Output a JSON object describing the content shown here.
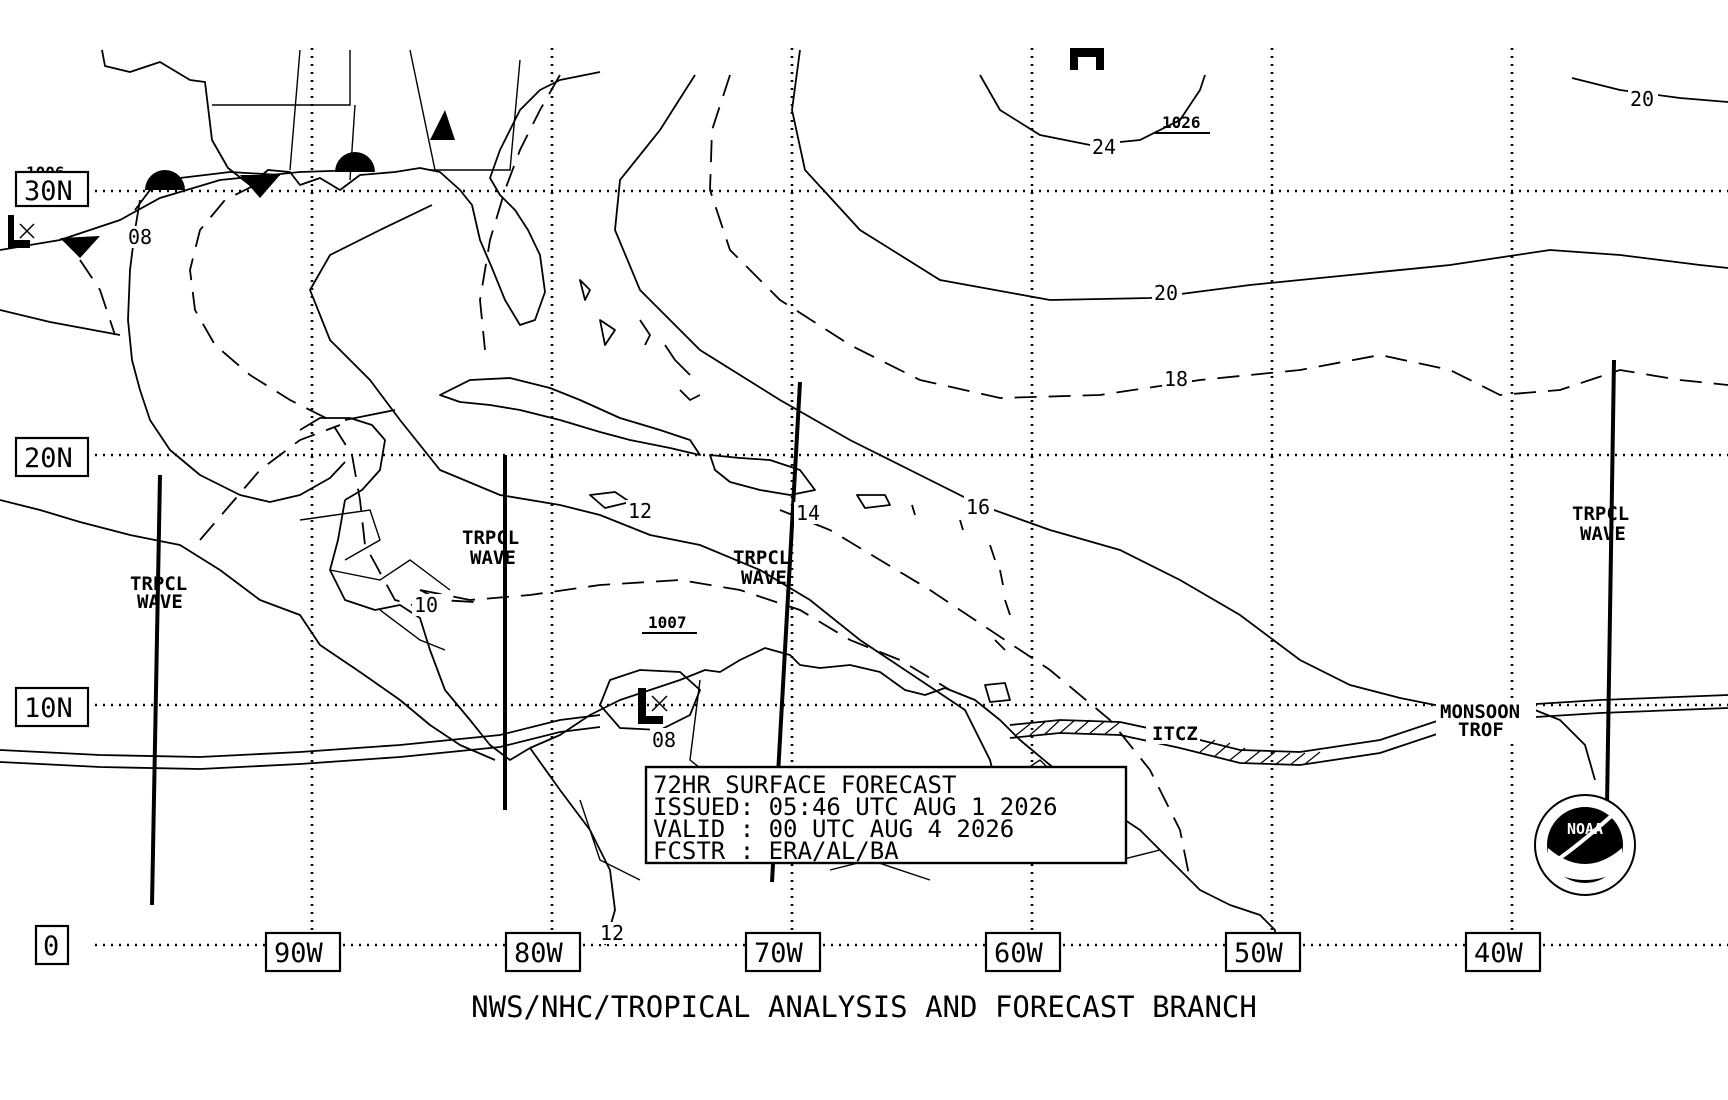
{
  "chart": {
    "title": "72HR SURFACE FORECAST",
    "issued": "ISSUED: 05:46 UTC AUG 1 2026",
    "valid": "VALID : 00 UTC AUG 4 2026",
    "forecaster": "FCSTR : ERA/AL/BA",
    "footer": "NWS/NHC/TROPICAL ANALYSIS AND FORECAST BRANCH",
    "logo": "NOAA"
  },
  "grid": {
    "latitudes": [
      "30N",
      "20N",
      "10N",
      "0"
    ],
    "longitudes": [
      "90W",
      "80W",
      "70W",
      "60W",
      "50W",
      "40W"
    ]
  },
  "isobar_labels": [
    "08",
    "08",
    "10",
    "12",
    "12",
    "14",
    "16",
    "18",
    "20",
    "20",
    "24"
  ],
  "pressure_centers": [
    {
      "type": "L",
      "value": "1006"
    },
    {
      "type": "L",
      "value": "1007"
    },
    {
      "type": "H",
      "value": "1026"
    }
  ],
  "features": {
    "wave_label": [
      "TRPCL",
      "WAVE"
    ],
    "itcz": "ITCZ",
    "monsoon": [
      "MONSOON",
      "TROF"
    ]
  }
}
